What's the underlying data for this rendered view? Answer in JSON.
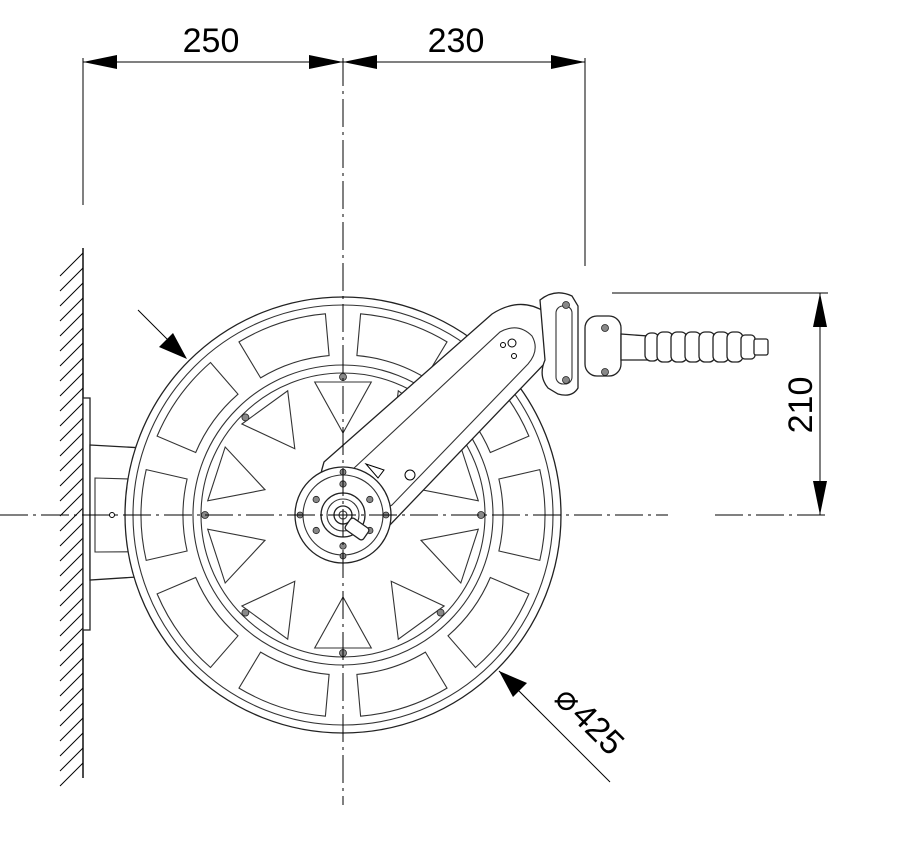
{
  "dimensions": {
    "left_width": "250",
    "right_width": "230",
    "height": "210",
    "diameter": "425",
    "diameter_symbol": "⌀"
  }
}
